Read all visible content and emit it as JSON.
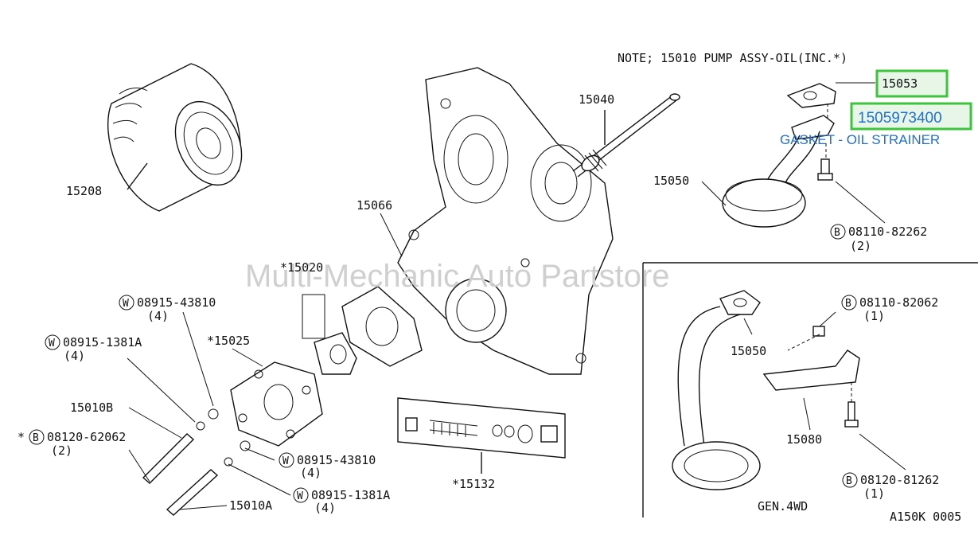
{
  "note": "NOTE; 15010 PUMP ASSY-OIL(INC.*)",
  "watermark": "Multi-Mechanic Auto Partstore",
  "highlight": {
    "part_number": "15053",
    "selected_part_number": "1505973400",
    "selected_description": "GASKET - OIL STRAINER"
  },
  "callouts": {
    "p15208": "15208",
    "p15040": "15040",
    "p15050_top": "15050",
    "p15066": "15066",
    "p08110_82262": "08110-82262",
    "p08110_82262_qty": "(2)",
    "p15020": "*15020",
    "w08915_43810_top": "08915-43810",
    "w08915_43810_top_qty": "(4)",
    "w08915_1381A_top": "08915-1381A",
    "w08915_1381A_top_qty": "(4)",
    "p15025": "*15025",
    "p15010B": "15010B",
    "b08120_62062": "08120-62062",
    "b08120_62062_prefix": "*",
    "b08120_62062_qty": "(2)",
    "w08915_43810_bot": "08915-43810",
    "w08915_43810_bot_qty": "(4)",
    "w08915_1381A_bot": "08915-1381A",
    "w08915_1381A_bot_qty": "(4)",
    "p15010A": "15010A",
    "p15132": "*15132",
    "p08110_82062": "08110-82062",
    "p08110_82062_qty": "(1)",
    "p15050_inset": "15050",
    "p15080": "15080",
    "p08120_81262": "08120-81262",
    "p08120_81262_qty": "(1)",
    "inset_label": "GEN.4WD",
    "figure_code": "A150K 0005"
  },
  "badges": {
    "bolt": "B",
    "washer": "W"
  },
  "colors": {
    "highlight_border": "#3cc43c",
    "highlight_fill": "#e7f6e7",
    "link_text": "#1f6fd6",
    "watermark": "#cfcfcf"
  }
}
